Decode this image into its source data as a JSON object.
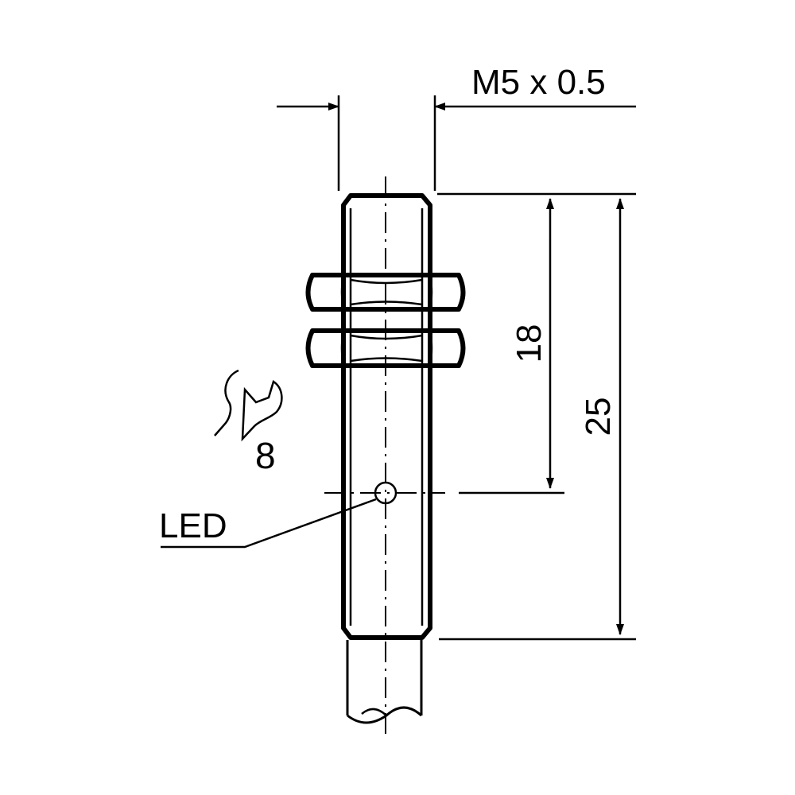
{
  "labels": {
    "thread": "M5 x 0.5",
    "dim_18": "18",
    "dim_25": "25",
    "wrench_size": "8",
    "led": "LED"
  }
}
